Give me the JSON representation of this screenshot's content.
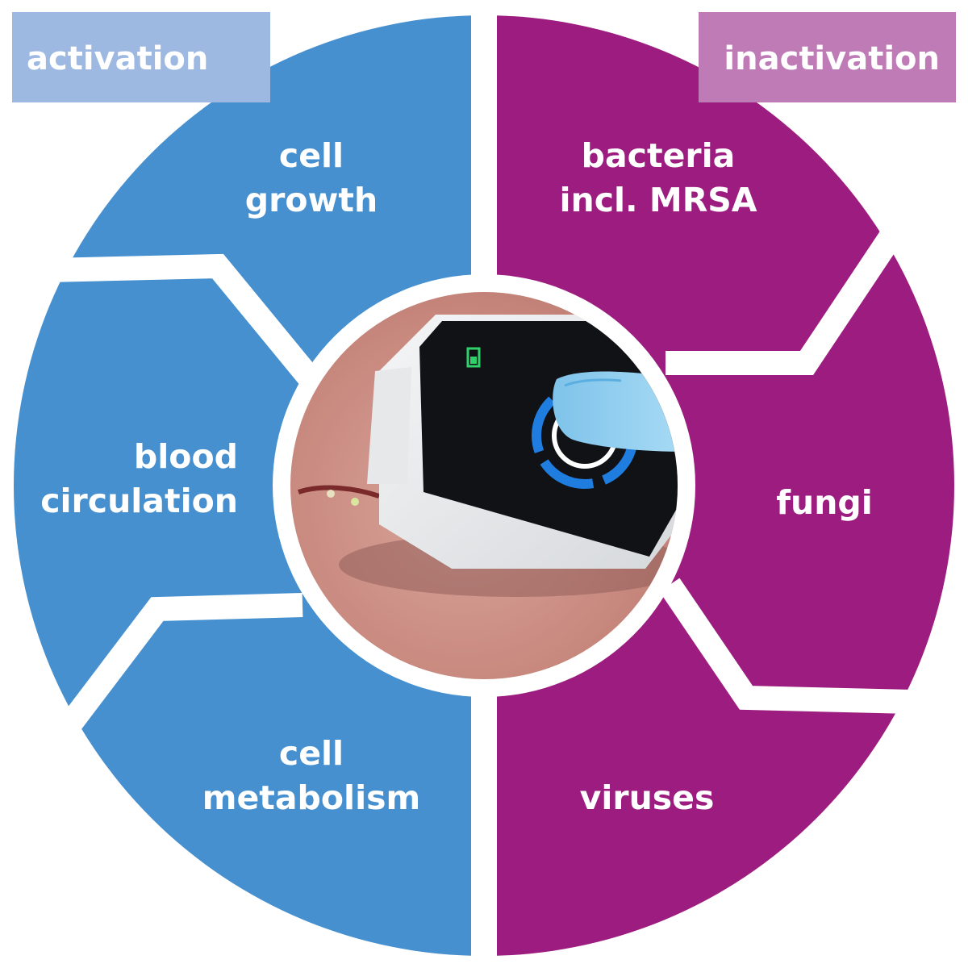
{
  "colors": {
    "activation": "#4690CF",
    "activation_header": "#9DB9E2",
    "inactivation": "#9C1D7F",
    "inactivation_header": "#BE7BB5",
    "divider": "#ffffff"
  },
  "headers": {
    "activation": "activation",
    "inactivation": "inactivation"
  },
  "segments": {
    "cell_growth": {
      "line1": "cell",
      "line2": "growth"
    },
    "blood_circulation": {
      "line1": "blood",
      "line2": "circulation"
    },
    "cell_metabolism": {
      "line1": "cell",
      "line2": "metabolism"
    },
    "bacteria": {
      "line1": "bacteria",
      "line2": "incl. MRSA"
    },
    "fungi": {
      "line1": "fungi"
    },
    "viruses": {
      "line1": "viruses"
    }
  },
  "center": {
    "icon": "handheld-plasma-device-photo"
  }
}
